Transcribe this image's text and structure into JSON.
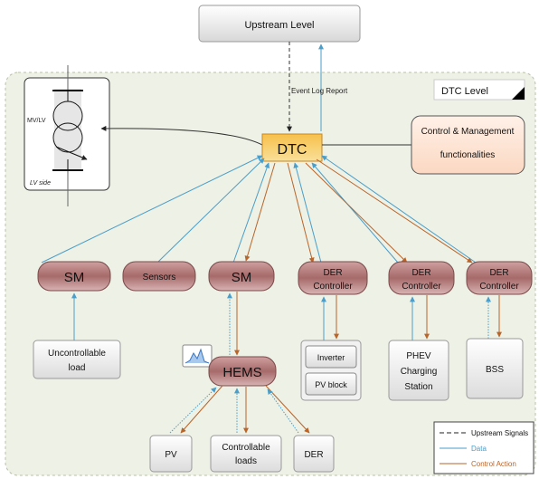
{
  "title": "",
  "upstream": {
    "label": "Upstream Level"
  },
  "event_log": "Event Log Report",
  "dtc_level": "DTC Level",
  "dtc": "DTC",
  "transformer": {
    "mvlv": "MV/LV",
    "lv_side": "LV side"
  },
  "control_mgmt": {
    "line1": "Control & Management",
    "line2": "functionalities"
  },
  "sm_left": "SM",
  "sensors": "Sensors",
  "sm_mid": "SM",
  "der1": {
    "line1": "DER",
    "line2": "Controller"
  },
  "der2": {
    "line1": "DER",
    "line2": "Controller"
  },
  "der3": {
    "line1": "DER",
    "line2": "Controller"
  },
  "uncontrollable": {
    "line1": "Uncontrollable",
    "line2": "load"
  },
  "hems": "HEMS",
  "inverter": "Inverter",
  "pv_block": "PV block",
  "phev": {
    "line1": "PHEV",
    "line2": "Charging",
    "line3": "Station"
  },
  "bss": "BSS",
  "pv": "PV",
  "controllable": {
    "line1": "Controllable",
    "line2": "loads"
  },
  "der_bottom": "DER",
  "legend": {
    "upstream": "Upstream Signals",
    "data": "Data",
    "control": "Control Action"
  },
  "colors": {
    "data": "#4a9ec9",
    "control": "#b9652a",
    "upstream": "#333333",
    "node_fill": "#b07a7a",
    "dtc_fill": "#f5b041"
  }
}
